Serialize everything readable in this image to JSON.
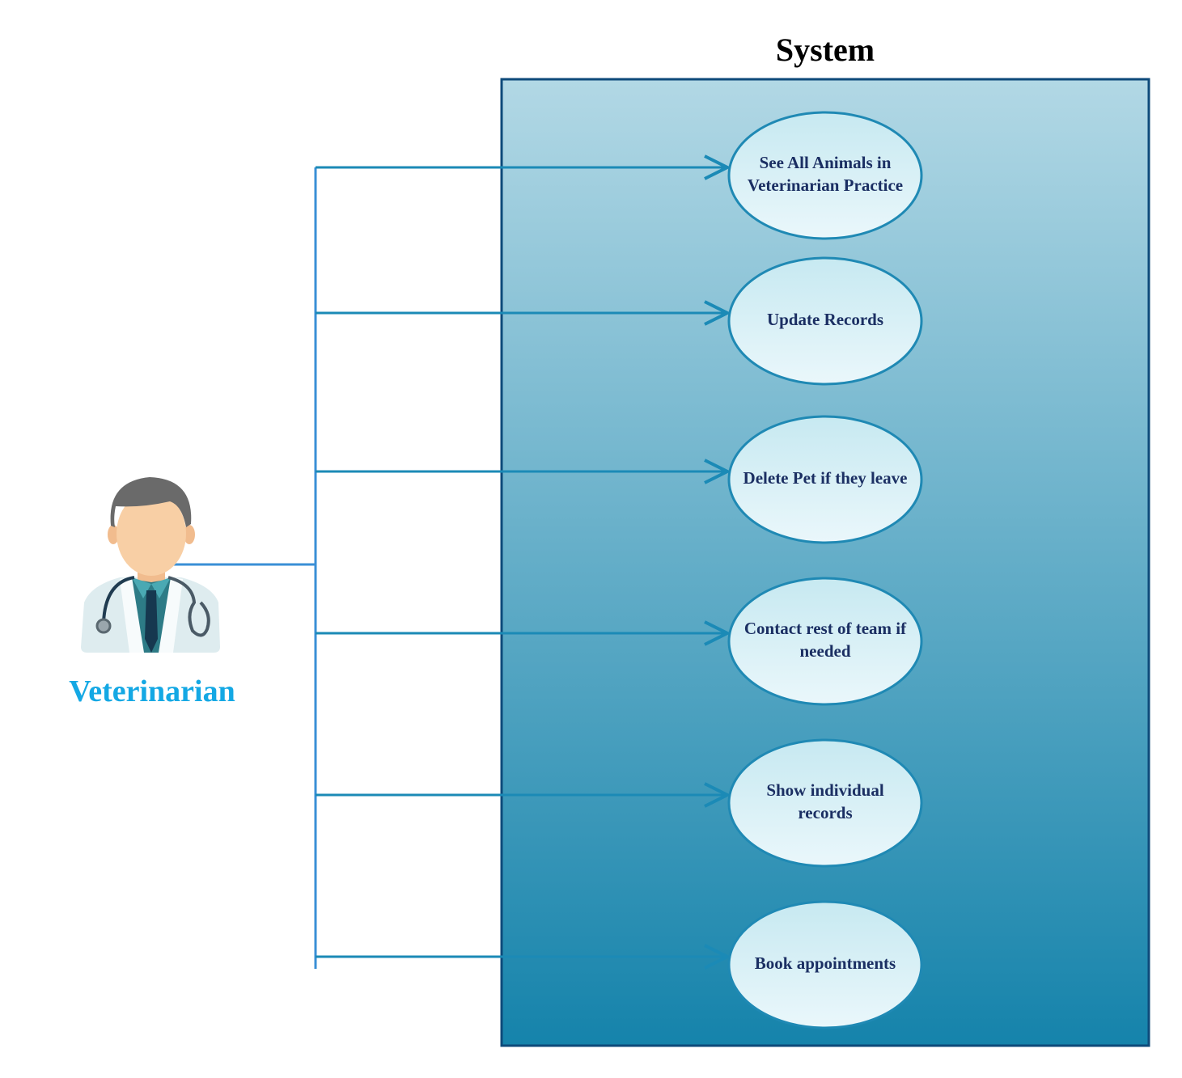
{
  "system": {
    "title": "System"
  },
  "actor": {
    "name": "Veterinarian",
    "icon": "veterinarian-icon"
  },
  "use_cases": [
    {
      "label": "See All Animals in Veterinarian Practice"
    },
    {
      "label": "Update Records"
    },
    {
      "label": "Delete Pet if they leave"
    },
    {
      "label": "Contact rest of team if needed"
    },
    {
      "label": "Show individual records"
    },
    {
      "label": "Book appointments"
    }
  ],
  "colors": {
    "boundary_top": "#b2d8e5",
    "boundary_bottom": "#1583ab",
    "boundary_border": "#0d4a7a",
    "use_case_fill": "#dff2f7",
    "use_case_stroke": "#1f89b4",
    "line": "#1b8ab6",
    "actor_label": "#14a8e4",
    "use_case_text": "#1b2f63"
  }
}
